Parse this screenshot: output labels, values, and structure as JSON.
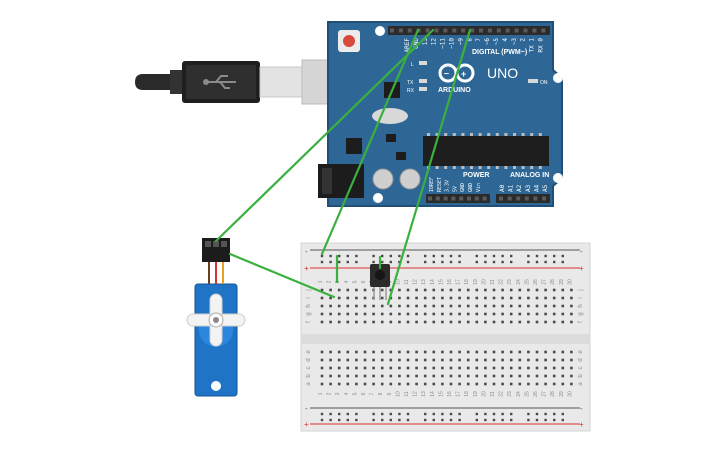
{
  "colors": {
    "board": "#2e6796",
    "board_edge": "#1f4f76",
    "wire": "#3ab03e",
    "header": "#2b2b2b",
    "breadboard": "#e9e9e9",
    "rail_red": "#d8312e",
    "rail_dark": "#555555",
    "servo_blue": "#1f74c6",
    "usb_cable": "#2a2a2a"
  },
  "arduino": {
    "model": "UNO",
    "brand": "ARDUINO",
    "digital_header_label": "DIGITAL (PWM~)",
    "analog_header_label": "ANALOG IN",
    "power_header_label": "POWER",
    "on_label": "ON",
    "tx_label": "TX",
    "rx_label": "RX",
    "l_label": "L",
    "digital_pins": [
      "AREF",
      "GND",
      "13",
      "12",
      "~11",
      "~10",
      "~9",
      "8",
      "7",
      "~6",
      "~5",
      "4",
      "~3",
      "2",
      "TX 1",
      "RX 0"
    ],
    "power_pins": [
      "IOREF",
      "RESET",
      "3.3V",
      "5V",
      "GND",
      "GND",
      "Vin"
    ],
    "analog_pins": [
      "A0",
      "A1",
      "A2",
      "A3",
      "A4",
      "A5"
    ]
  },
  "breadboard": {
    "row_letters_top": [
      "j",
      "i",
      "h",
      "g",
      "f"
    ],
    "row_letters_bottom": [
      "e",
      "d",
      "c",
      "b",
      "a"
    ],
    "columns": [
      "1",
      "2",
      "3",
      "4",
      "5",
      "6",
      "7",
      "8",
      "9",
      "10",
      "11",
      "12",
      "13",
      "14",
      "15",
      "16",
      "17",
      "18",
      "19",
      "20",
      "21",
      "22",
      "23",
      "24",
      "25",
      "26",
      "27",
      "28",
      "29",
      "30"
    ],
    "rail_minus": "-",
    "rail_plus": "+"
  },
  "icons": {
    "usb": "usb-cable-icon",
    "servo": "servo-motor-icon",
    "sensor": "ir-receiver-icon"
  }
}
